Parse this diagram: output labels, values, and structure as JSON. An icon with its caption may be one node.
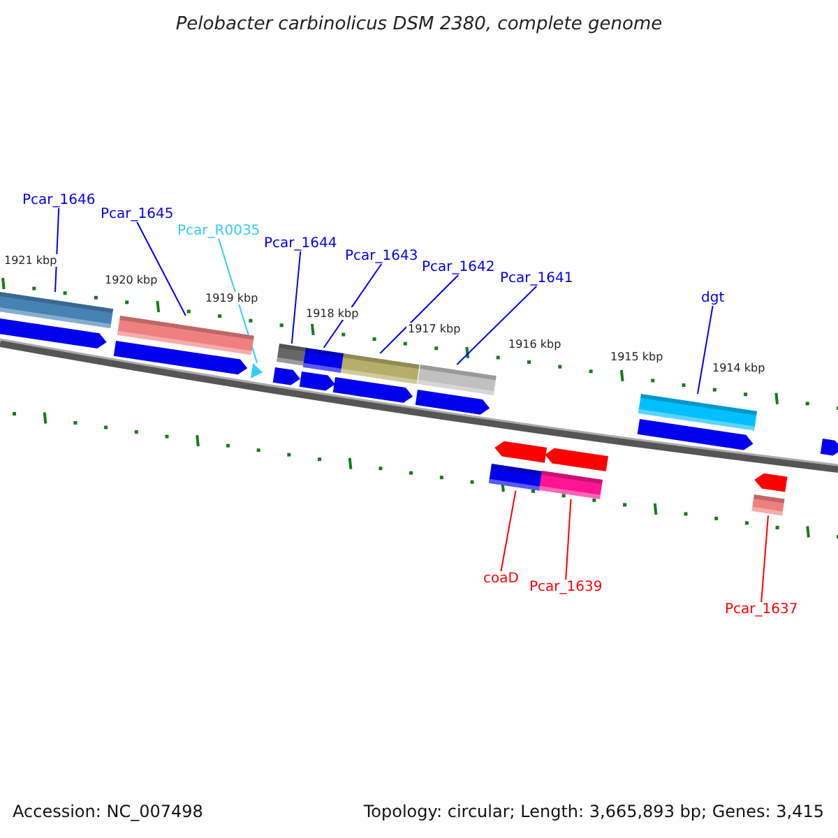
{
  "diagram": {
    "title": "Pelobacter carbinolicus DSM 2380, complete genome",
    "nodes": [
      {
        "text": [
          "Pcar_1646"
        ]
      },
      {
        "text": [],
        "shape": "bar"
      },
      {
        "text": [
          "Pcar_1645"
        ]
      },
      {
        "text": [],
        "shape": "bar"
      },
      {
        "text": [
          "Pcar_R0035"
        ]
      },
      {
        "text": [],
        "shape": "triangle"
      },
      {
        "text": [
          "Pcar_1644"
        ]
      },
      {
        "text": [],
        "shape": "bar"
      },
      {
        "text": [
          "Pcar_1643"
        ]
      },
      {
        "text": [],
        "shape": "bar"
      },
      {
        "text": [
          "Pcar_1642"
        ]
      },
      {
        "text": [],
        "shape": "bar"
      },
      {
        "text": [
          "Pcar_1641"
        ]
      },
      {
        "text": [],
        "shape": "bar"
      },
      {
        "text": [
          "dgt"
        ]
      },
      {
        "text": [],
        "shape": "bar"
      },
      {
        "text": [],
        "shape": "bar"
      },
      {
        "text": [
          "coaD"
        ]
      },
      {
        "text": [],
        "shape": "bar"
      },
      {
        "text": [
          "Pcar_1639"
        ]
      },
      {
        "text": [],
        "shape": "bar"
      },
      {
        "text": [
          "Pcar_1637"
        ]
      }
    ],
    "edges": [
      {
        "from": 0,
        "to": 1,
        "arrow": "none"
      },
      {
        "from": 2,
        "to": 3,
        "arrow": "none"
      },
      {
        "from": 4,
        "to": 5,
        "arrow": "none",
        "color": "#33ccff"
      },
      {
        "from": 6,
        "to": 7,
        "arrow": "none"
      },
      {
        "from": 8,
        "to": 9,
        "arrow": "none"
      },
      {
        "from": 10,
        "to": 11,
        "arrow": "none"
      },
      {
        "from": 12,
        "to": 13,
        "arrow": "none"
      },
      {
        "from": 14,
        "to": 15,
        "arrow": "none"
      },
      {
        "from": 17,
        "to": 16,
        "arrow": "none",
        "color": "#ff0000"
      },
      {
        "from": 19,
        "to": 18,
        "arrow": "none",
        "color": "#ff0000"
      },
      {
        "from": 21,
        "to": 20,
        "arrow": "none",
        "color": "#ff0000"
      }
    ],
    "labels": [
      "1921 kbp",
      "1920 kbp",
      "1919 kbp",
      "1918 kbp",
      "1917 kbp",
      "1916 kbp",
      "1915 kbp",
      "1914 kbp",
      "Accession: NC_007498",
      "Topology: circular; Length: 3,665,893 bp; Genes: 3,415"
    ]
  }
}
